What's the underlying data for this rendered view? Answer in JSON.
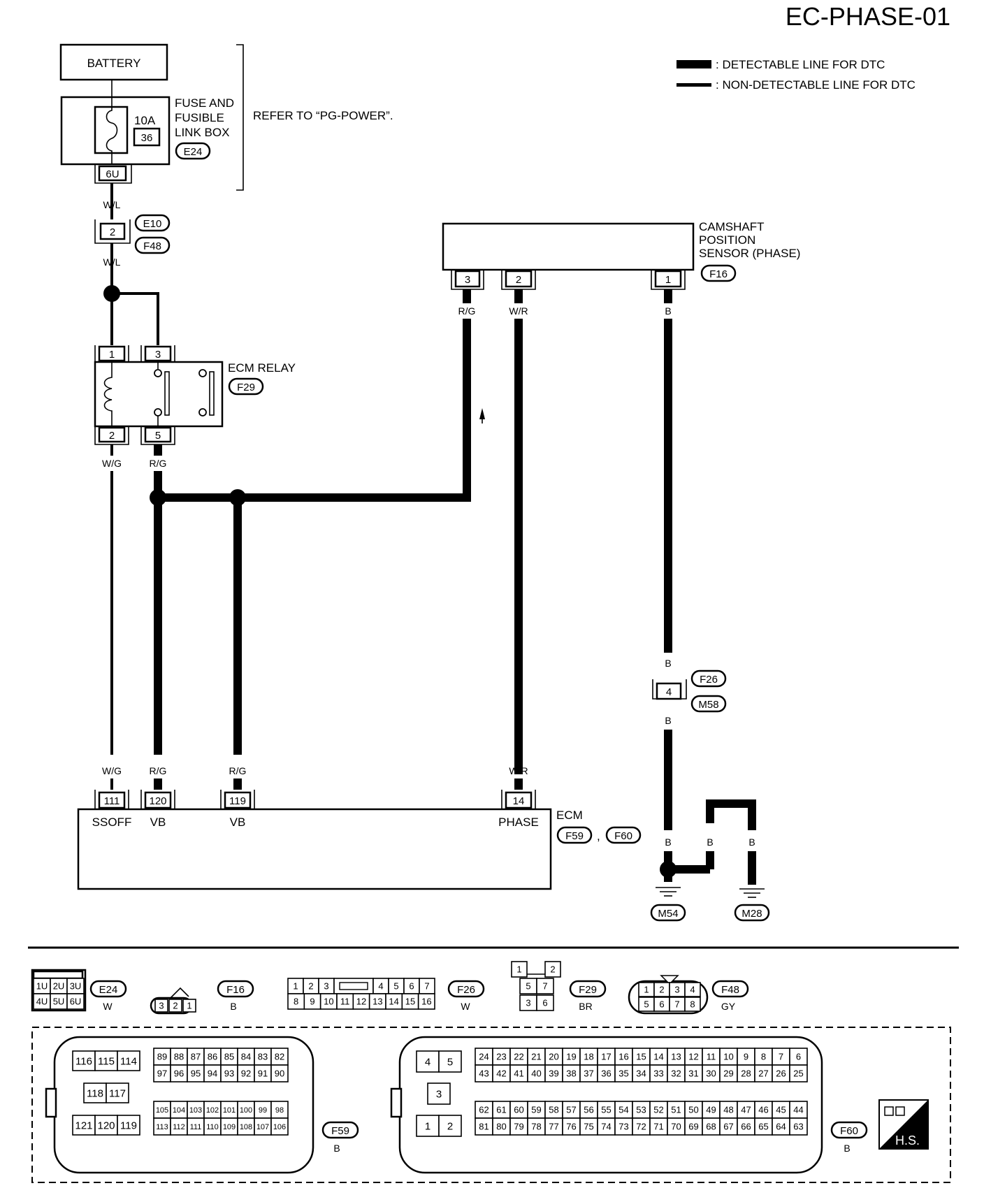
{
  "title": "EC-PHASE-01",
  "legend": {
    "detectable": ": DETECTABLE LINE FOR DTC",
    "non_detectable": ": NON-DETECTABLE LINE FOR DTC"
  },
  "battery": "BATTERY",
  "fuse_box": {
    "label_line1": "FUSE AND",
    "label_line2": "FUSIBLE",
    "label_line3": "LINK BOX",
    "connector": "E24",
    "rating": "10A",
    "fuse_no": "36",
    "terminal": "6U",
    "refer": "REFER TO “PG-POWER”."
  },
  "joint1": {
    "wire_top": "W/L",
    "pin": "2",
    "conn_a": "E10",
    "conn_b": "F48",
    "wire_bottom": "W/L"
  },
  "relay": {
    "label": "ECM RELAY",
    "connector": "F29",
    "pins": {
      "p1": "1",
      "p3": "3",
      "p2": "2",
      "p5": "5"
    },
    "wire_p2": "W/G",
    "wire_p5": "R/G"
  },
  "sensor": {
    "label_line1": "CAMSHAFT",
    "label_line2": "POSITION",
    "label_line3": "SENSOR (PHASE)",
    "connector": "F16",
    "pins": {
      "p3": "3",
      "p2": "2",
      "p1": "1"
    },
    "wires": {
      "p3": "R/G",
      "p2": "W/R",
      "p1": "B"
    }
  },
  "joint2": {
    "wire_top": "B",
    "pin": "4",
    "conn_a": "F26",
    "conn_b": "M58",
    "wire_bottom": "B"
  },
  "ecm": {
    "label": "ECM",
    "conn_a": "F59",
    "conn_b": "F60",
    "separator": ",",
    "terminals": [
      {
        "pin": "111",
        "wire": "W/G",
        "name": "SSOFF"
      },
      {
        "pin": "120",
        "wire": "R/G",
        "name": "VB"
      },
      {
        "pin": "119",
        "wire": "R/G",
        "name": "VB"
      },
      {
        "pin": "14",
        "wire": "W/R",
        "name": "PHASE"
      }
    ]
  },
  "grounds": {
    "wire_a": "B",
    "wire_b": "B",
    "wire_c": "B",
    "gnd_a": "M54",
    "gnd_b": "M28"
  },
  "connector_views": {
    "e24": {
      "id": "E24",
      "color": "W",
      "pins_top": [
        "1U",
        "2U",
        "3U"
      ],
      "pins_bottom": [
        "4U",
        "5U",
        "6U"
      ]
    },
    "f16": {
      "id": "F16",
      "color": "B",
      "pins": [
        "3",
        "2",
        "1"
      ]
    },
    "f26": {
      "id": "F26",
      "color": "W",
      "pins_top": [
        "1",
        "2",
        "3",
        "",
        "4",
        "5",
        "6",
        "7"
      ],
      "pins_bottom": [
        "8",
        "9",
        "10",
        "11",
        "12",
        "13",
        "14",
        "15",
        "16"
      ]
    },
    "f29": {
      "id": "F29",
      "color": "BR",
      "pins_top": [
        "1",
        "2"
      ],
      "pins_mid": [
        "5",
        "7"
      ],
      "pins_bottom": [
        "3",
        "6"
      ]
    },
    "f48": {
      "id": "F48",
      "color": "GY",
      "pins_top": [
        "1",
        "2",
        "3",
        "4"
      ],
      "pins_bottom": [
        "5",
        "6",
        "7",
        "8"
      ]
    },
    "f59": {
      "id": "F59",
      "color": "B",
      "left_top": [
        "116",
        "115",
        "114"
      ],
      "left_mid": [
        "118",
        "117"
      ],
      "left_bottom": [
        "121",
        "120",
        "119"
      ],
      "row1": [
        "89",
        "88",
        "87",
        "86",
        "85",
        "84",
        "83",
        "82"
      ],
      "row2": [
        "97",
        "96",
        "95",
        "94",
        "93",
        "92",
        "91",
        "90"
      ],
      "row3": [
        "105",
        "104",
        "103",
        "102",
        "101",
        "100",
        "99",
        "98"
      ],
      "row4": [
        "113",
        "112",
        "111",
        "110",
        "109",
        "108",
        "107",
        "106"
      ]
    },
    "f60": {
      "id": "F60",
      "color": "B",
      "left_top": [
        "4",
        "5"
      ],
      "left_mid": [
        "3"
      ],
      "left_bottom": [
        "1",
        "2"
      ],
      "row1": [
        "24",
        "23",
        "22",
        "21",
        "20",
        "19",
        "18",
        "17",
        "16",
        "15",
        "14",
        "13",
        "12",
        "11",
        "10",
        "9",
        "8",
        "7",
        "6"
      ],
      "row2": [
        "43",
        "42",
        "41",
        "40",
        "39",
        "38",
        "37",
        "36",
        "35",
        "34",
        "33",
        "32",
        "31",
        "30",
        "29",
        "28",
        "27",
        "26",
        "25"
      ],
      "row3": [
        "62",
        "61",
        "60",
        "59",
        "58",
        "57",
        "56",
        "55",
        "54",
        "53",
        "52",
        "51",
        "50",
        "49",
        "48",
        "47",
        "46",
        "45",
        "44"
      ],
      "row4": [
        "81",
        "80",
        "79",
        "78",
        "77",
        "76",
        "75",
        "74",
        "73",
        "72",
        "71",
        "70",
        "69",
        "68",
        "67",
        "66",
        "65",
        "64",
        "63"
      ]
    }
  },
  "badge": "H.S."
}
